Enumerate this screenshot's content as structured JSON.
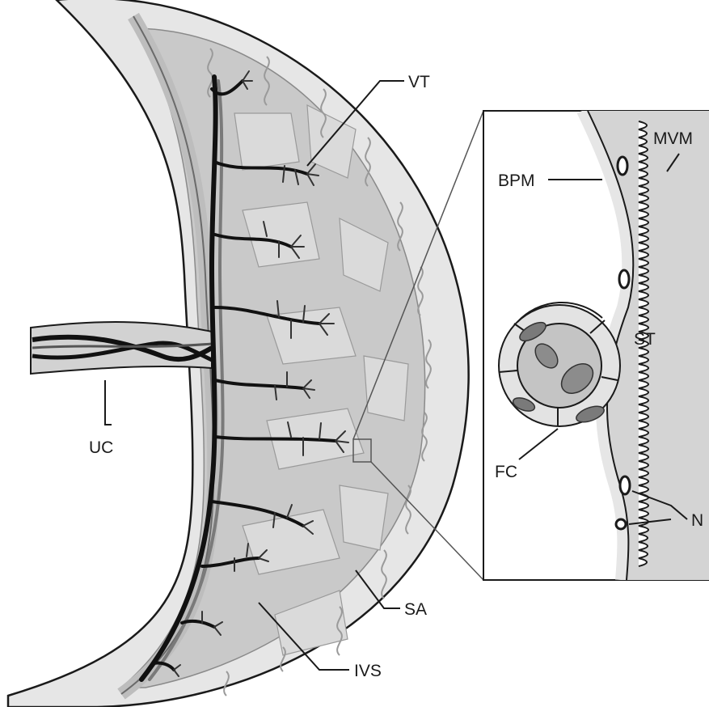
{
  "labels": {
    "vt": "VT",
    "uc": "UC",
    "sa": "SA",
    "ivs": "IVS",
    "bpm": "BPM",
    "mvm": "MVM",
    "st": "ST",
    "fc": "FC",
    "n": "N"
  }
}
